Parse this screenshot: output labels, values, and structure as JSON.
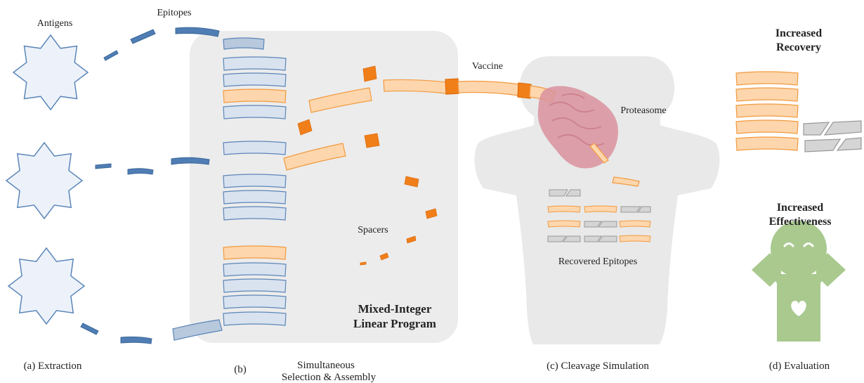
{
  "labels": {
    "antigens": "Antigens",
    "epitopes": "Epitopes",
    "vaccine": "Vaccine",
    "proteasome": "Proteasome",
    "spacers": "Spacers",
    "recovered_epitopes": "Recovered Epitopes",
    "milp_line1": "Mixed-Integer",
    "milp_line2": "Linear Program",
    "increased_recovery_line1": "Increased",
    "increased_recovery_line2": "Recovery",
    "increased_effectiveness_line1": "Increased",
    "increased_effectiveness_line2": "Effectiveness"
  },
  "captions": {
    "a": "(a) Extraction",
    "b": "(b)",
    "b_line1": "Simultaneous",
    "b_line2": "Selection & Assembly",
    "c": "(c) Cleavage Simulation",
    "d": "(d) Evaluation"
  },
  "colors": {
    "blue_fill": "#d9e2ef",
    "blue_stroke": "#5b86b8",
    "dark_blue": "#4f7db4",
    "orange_fill": "#fdd6ad",
    "orange_stroke": "#f29a3e",
    "spacer_orange": "#f07f1a",
    "gray_fill": "#d5d5d5",
    "gray_stroke": "#999999",
    "panel_gray": "#ececec",
    "body_gray": "#e9e9e9",
    "proteasome": "#d9929d",
    "figure_green": "#a9c98f",
    "antigen_fill": "#edf2fa"
  }
}
